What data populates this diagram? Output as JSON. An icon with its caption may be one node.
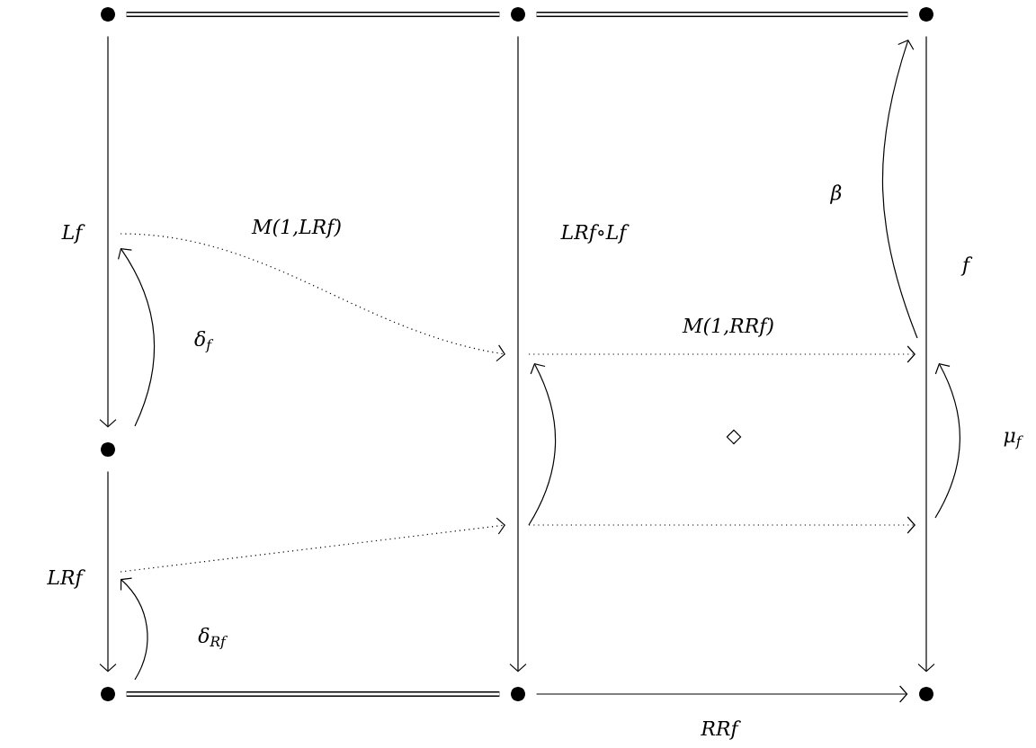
{
  "diagram": {
    "nodes": [
      {
        "text": [],
        "shape": "circle"
      },
      {
        "text": [],
        "shape": "circle"
      },
      {
        "text": [],
        "shape": "circle"
      },
      {
        "text": [],
        "shape": "circle"
      },
      {
        "text": [],
        "shape": "circle"
      },
      {
        "text": [],
        "shape": "circle"
      },
      {
        "text": [],
        "shape": "circle"
      }
    ],
    "edges": [
      {
        "from": 0,
        "to": 1,
        "arrow": "none",
        "style": "thick"
      },
      {
        "from": 1,
        "to": 2,
        "arrow": "none",
        "style": "thick"
      },
      {
        "from": 0,
        "to": 3,
        "arrow": "to",
        "label": "Lf"
      },
      {
        "from": 1,
        "to": 5,
        "arrow": "to",
        "label": "LRf∘Lf"
      },
      {
        "from": 2,
        "to": 6,
        "arrow": "to",
        "label": "f"
      },
      {
        "from": 3,
        "to": 4,
        "arrow": "to",
        "label": "LRf"
      },
      {
        "from": 4,
        "to": 5,
        "arrow": "none",
        "style": "thick"
      },
      {
        "from": 5,
        "to": 6,
        "arrow": "to",
        "label": "RRf"
      }
    ],
    "labels": [
      "β",
      "M(1,LRf)",
      "M(1,RRf)",
      "δ$_{f}$",
      "◇",
      "μ$_{f}$",
      "δ$_{Rf}$"
    ]
  }
}
